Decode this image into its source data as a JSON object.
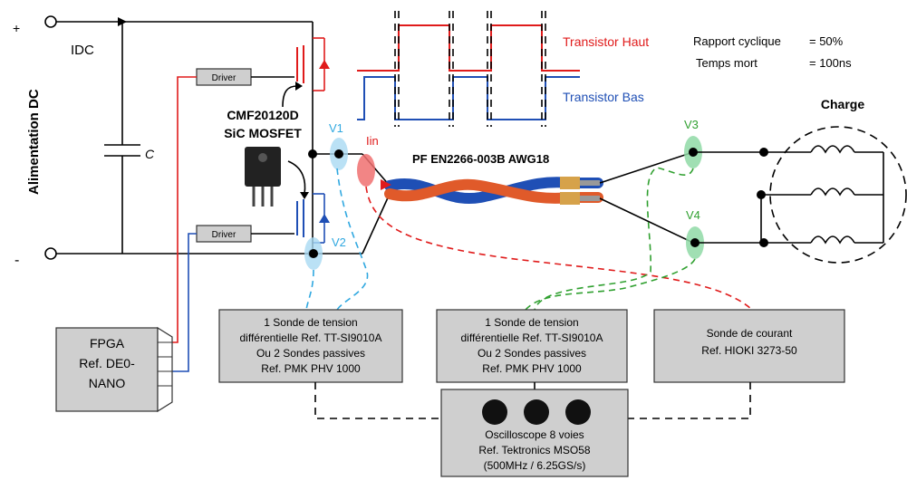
{
  "supply": {
    "plus": "+",
    "minus": "-",
    "idc": "IDC",
    "label": "Alimentation DC",
    "cap": "C"
  },
  "drivers": {
    "top": "Driver",
    "bottom": "Driver"
  },
  "mosfet": {
    "line1": "CMF20120D",
    "line2": "SiC MOSFET"
  },
  "probes": {
    "v1": "V1",
    "v2": "V2",
    "v3": "V3",
    "v4": "V4",
    "iin": "Iin"
  },
  "cable": "PF  EN2266-003B  AWG18",
  "charge": "Charge",
  "signals": {
    "top": "Transistor Haut",
    "bottom": "Transistor Bas"
  },
  "params": {
    "duty_label": "Rapport cyclique",
    "duty_value": "= 50%",
    "dead_label": "Temps mort",
    "dead_value": "= 100ns"
  },
  "fpga": {
    "l1": "FPGA",
    "l2": "Ref. DE0-",
    "l3": "NANO"
  },
  "probe_box1": {
    "l1": "1 Sonde de tension",
    "l2": "différentielle Ref. TT-SI9010A",
    "l3": "Ou 2 Sondes passives",
    "l4": "Ref. PMK PHV 1000"
  },
  "probe_box2": {
    "l1": "1 Sonde de tension",
    "l2": "différentielle Ref. TT-SI9010A",
    "l3": "Ou 2 Sondes passives",
    "l4": "Ref. PMK PHV 1000"
  },
  "current_probe": {
    "l1": "Sonde de courant",
    "l2": "Ref. HIOKI 3273-50"
  },
  "scope": {
    "l1": "Oscilloscope 8 voies",
    "l2": "Ref. Tektronics MSO58",
    "l3": "(500MHz / 6.25GS/s)"
  },
  "colors": {
    "red": "#e01b1b",
    "blue": "#1f4fb5",
    "cyan": "#30a8e0",
    "green": "#30a030"
  }
}
